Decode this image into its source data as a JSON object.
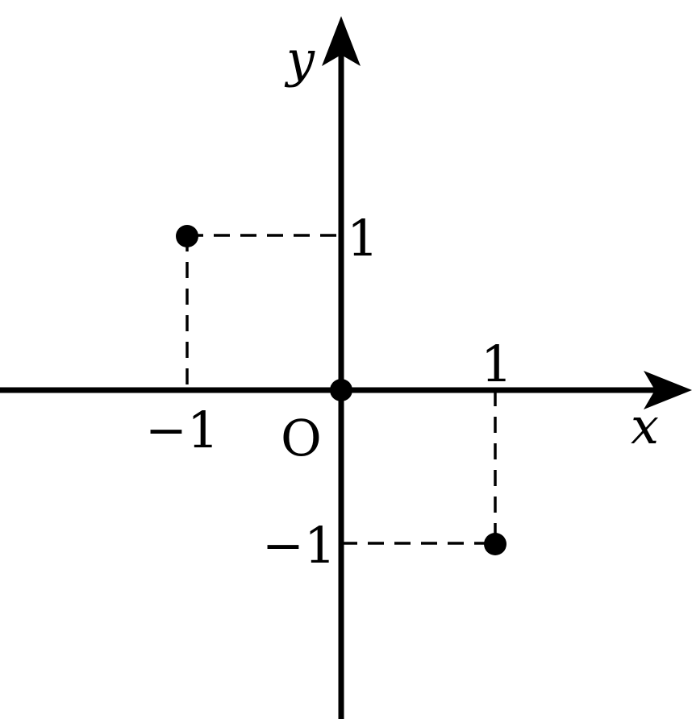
{
  "axes": {
    "x_label": "x",
    "y_label": "y",
    "origin_label": "O"
  },
  "ticks": {
    "y_pos": "1",
    "x_neg": "−1",
    "x_pos": "1",
    "y_neg": "−1"
  },
  "points": [
    {
      "x": -1,
      "y": 1
    },
    {
      "x": 1,
      "y": -1
    },
    {
      "x": 0,
      "y": 0
    }
  ],
  "colors": {
    "ink": "#000000",
    "background": "#ffffff"
  }
}
